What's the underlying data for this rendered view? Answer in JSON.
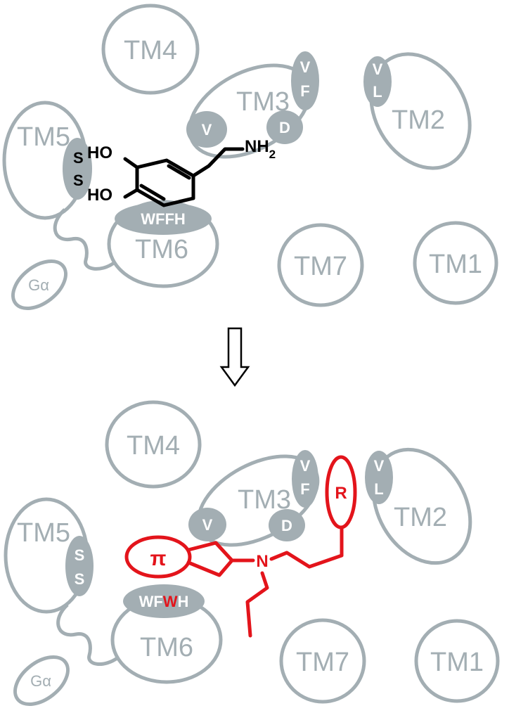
{
  "top": {
    "tm4": "TM4",
    "tm3": "TM3",
    "tm2": "TM2",
    "tm5": "TM5",
    "tm6": "TM6",
    "tm7": "TM7",
    "tm1": "TM1",
    "galpha": "Gα",
    "res_v_top": "V",
    "res_f_top": "F",
    "res_v_tm2": "V",
    "res_l_tm2": "L",
    "res_v_tm3": "V",
    "res_d_tm3": "D",
    "res_s1": "S",
    "res_s2": "S",
    "res_wffh": "WFFH",
    "ho_1": "HO",
    "ho_2": "HO",
    "nh2": "NH",
    "nh2_sub": "2"
  },
  "bottom": {
    "tm4": "TM4",
    "tm3": "TM3",
    "tm2": "TM2",
    "tm5": "TM5",
    "tm6": "TM6",
    "tm7": "TM7",
    "tm1": "TM1",
    "galpha": "Gα",
    "res_v_top": "V",
    "res_f_top": "F",
    "res_v_tm2": "V",
    "res_l_tm2": "L",
    "res_v_tm3": "V",
    "res_d_tm3": "D",
    "res_s1": "S",
    "res_s2": "S",
    "res_wf": "WF",
    "res_w_red": "W",
    "res_h": "H",
    "pi": "π",
    "r": "R",
    "n": "N"
  },
  "colors": {
    "helix_gray": "#a3aeb3",
    "ligand_red": "#e3141b",
    "dopamine_black": "#000000"
  }
}
